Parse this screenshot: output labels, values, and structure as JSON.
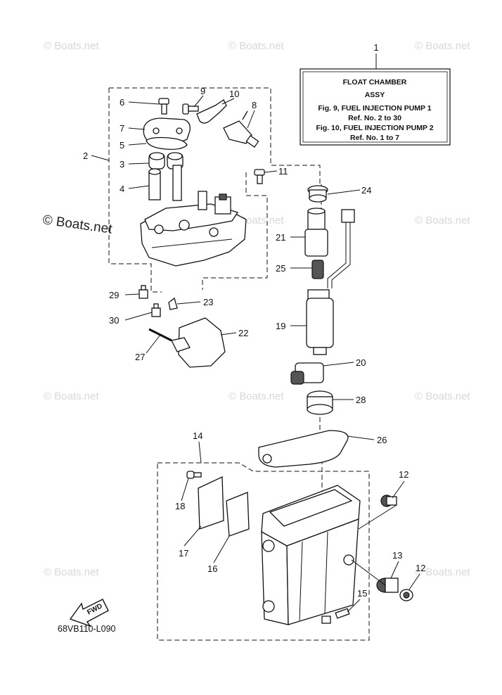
{
  "watermark": {
    "text": "© Boats.net",
    "main_text": "© Boats.net"
  },
  "info_box": {
    "lines": [
      "FLOAT CHAMBER",
      "ASSY",
      "Fig. 9, FUEL INJECTION PUMP 1",
      "Ref. No. 2 to 30",
      "Fig. 10, FUEL INJECTION PUMP 2",
      "Ref. No. 1 to 7"
    ]
  },
  "callouts": [
    "1",
    "2",
    "3",
    "4",
    "5",
    "6",
    "7",
    "8",
    "9",
    "10",
    "11",
    "12",
    "12",
    "13",
    "14",
    "15",
    "16",
    "17",
    "18",
    "19",
    "20",
    "21",
    "22",
    "23",
    "24",
    "25",
    "26",
    "27",
    "28",
    "29",
    "30"
  ],
  "fwd_label": "FWD",
  "diagram_code": "68VB110-L090"
}
